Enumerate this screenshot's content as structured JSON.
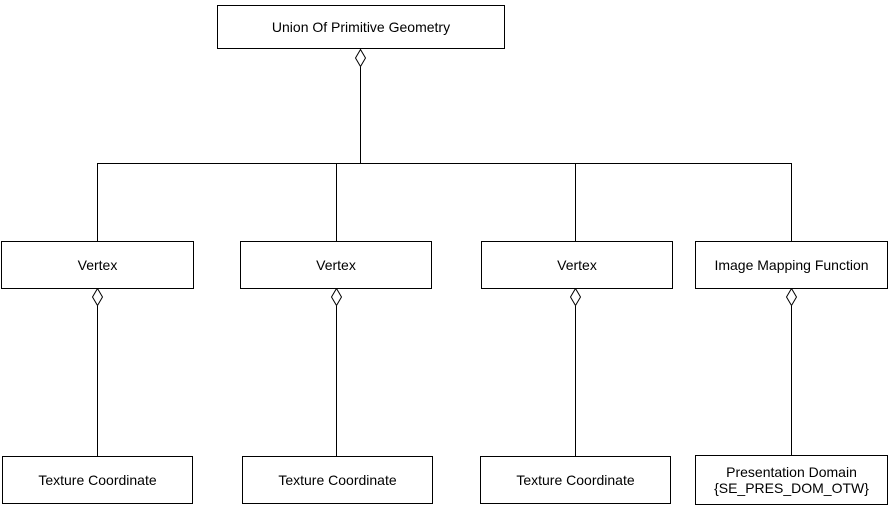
{
  "colors": {
    "background": "#ffffff",
    "box_border": "#000000",
    "box_fill": "#ffffff",
    "text": "#000000",
    "connector": "#000000",
    "diamond_fill": "#ffffff"
  },
  "diagram": {
    "type": "uml-aggregation-hierarchy",
    "nodes": {
      "root": {
        "label": "Union Of Primitive Geometry"
      },
      "vertex_1": {
        "label": "Vertex"
      },
      "vertex_2": {
        "label": "Vertex"
      },
      "vertex_3": {
        "label": "Vertex"
      },
      "image_mapping_function": {
        "label": "Image Mapping Function"
      },
      "texture_coordinate_1": {
        "label": "Texture Coordinate"
      },
      "texture_coordinate_2": {
        "label": "Texture Coordinate"
      },
      "texture_coordinate_3": {
        "label": "Texture Coordinate"
      },
      "presentation_domain": {
        "label_line1": "Presentation Domain",
        "label_line2": "{SE_PRES_DOM_OTW}"
      }
    },
    "edges": [
      {
        "from": "Union Of Primitive Geometry",
        "to": "Vertex (1)",
        "type": "aggregation"
      },
      {
        "from": "Union Of Primitive Geometry",
        "to": "Vertex (2)",
        "type": "aggregation"
      },
      {
        "from": "Union Of Primitive Geometry",
        "to": "Vertex (3)",
        "type": "aggregation"
      },
      {
        "from": "Union Of Primitive Geometry",
        "to": "Image Mapping Function",
        "type": "aggregation"
      },
      {
        "from": "Vertex (1)",
        "to": "Texture Coordinate (1)",
        "type": "aggregation"
      },
      {
        "from": "Vertex (2)",
        "to": "Texture Coordinate (2)",
        "type": "aggregation"
      },
      {
        "from": "Vertex (3)",
        "to": "Texture Coordinate (3)",
        "type": "aggregation"
      },
      {
        "from": "Image Mapping Function",
        "to": "Presentation Domain {SE_PRES_DOM_OTW}",
        "type": "aggregation"
      }
    ]
  }
}
